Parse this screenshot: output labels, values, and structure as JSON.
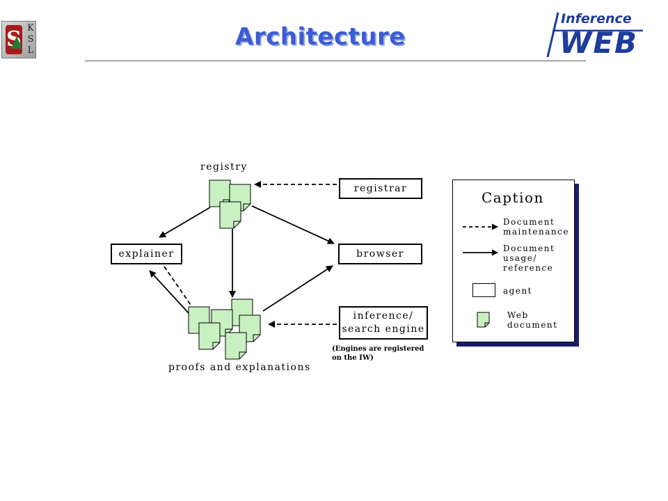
{
  "slide": {
    "title": "Architecture",
    "ksl_letters": [
      "K",
      "S",
      "L"
    ],
    "logo_inference": "Inference",
    "logo_web": "WEB"
  },
  "diagram": {
    "registry_label": "registry",
    "registrar": "registrar",
    "explainer": "explainer",
    "browser": "browser",
    "inference_line1": "inference/",
    "inference_line2": "search engine",
    "engines_note_line1": "(Engines are registered",
    "engines_note_line2": "on the IW)",
    "proofs_label": "proofs and explanations"
  },
  "caption": {
    "title": "Caption",
    "doc_maintenance_1": "Document",
    "doc_maintenance_2": "maintenance",
    "doc_usage_1": "Document",
    "doc_usage_2": "usage/",
    "doc_usage_3": "reference",
    "agent": "agent",
    "web_doc_1": "Web",
    "web_doc_2": "document"
  },
  "colors": {
    "title": "#3a5cd6",
    "document_fill": "#c8f0c0",
    "caption_shadow": "#1b1b6e",
    "logo_blue": "#1d3c9c"
  }
}
